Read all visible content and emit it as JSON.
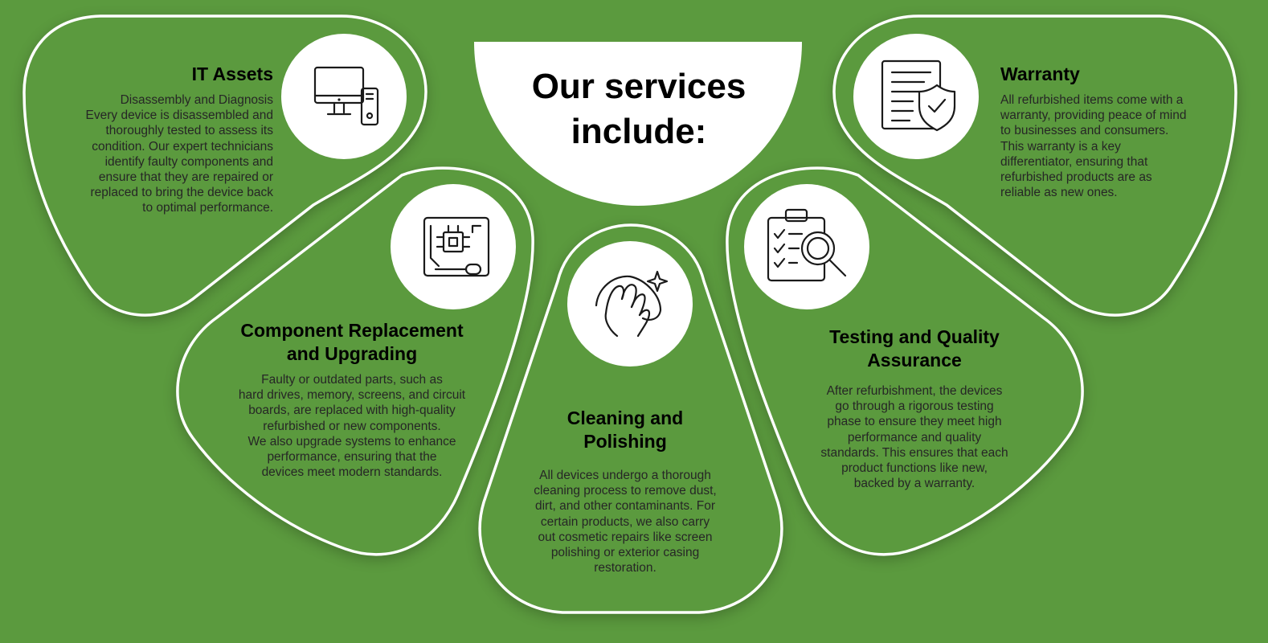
{
  "page": {
    "title": "Our services include:",
    "background_color": "#5b9a3e",
    "accent_color": "#ffffff"
  },
  "services": [
    {
      "title": "IT Assets",
      "description": "Disassembly and Diagnosis\nEvery device is disassembled and\nthoroughly tested to assess its\ncondition. Our expert technicians\nidentify faulty components and\nensure that they are repaired or\nreplaced to bring the device back\nto optimal performance.",
      "icon": "desktop-computer-icon"
    },
    {
      "title": "Component Replacement\nand Upgrading",
      "description": "Faulty or outdated parts, such as\nhard drives, memory, screens, and circuit\nboards, are replaced with high-quality\nrefurbished or new components.\nWe also upgrade systems to enhance\nperformance, ensuring that the\ndevices meet modern standards.",
      "icon": "circuit-board-icon"
    },
    {
      "title": "Cleaning and\nPolishing",
      "description": "All devices undergo a thorough\ncleaning process to remove dust,\ndirt, and other contaminants. For\ncertain products, we also carry\nout cosmetic repairs like screen\npolishing or exterior casing\nrestoration.",
      "icon": "cleaning-hand-icon"
    },
    {
      "title": "Testing and Quality\nAssurance",
      "description": "After refurbishment, the devices\ngo through a rigorous testing\nphase to ensure they meet high\nperformance and quality\nstandards. This ensures that each\nproduct functions like new,\nbacked by a warranty.",
      "icon": "checklist-magnifier-icon"
    },
    {
      "title": "Warranty",
      "description": "All refurbished items come with a\nwarranty, providing peace of mind\nto businesses and consumers.\nThis warranty is a key\ndifferentiator, ensuring that\nrefurbished products are as\nreliable as new ones.",
      "icon": "warranty-document-icon"
    }
  ]
}
